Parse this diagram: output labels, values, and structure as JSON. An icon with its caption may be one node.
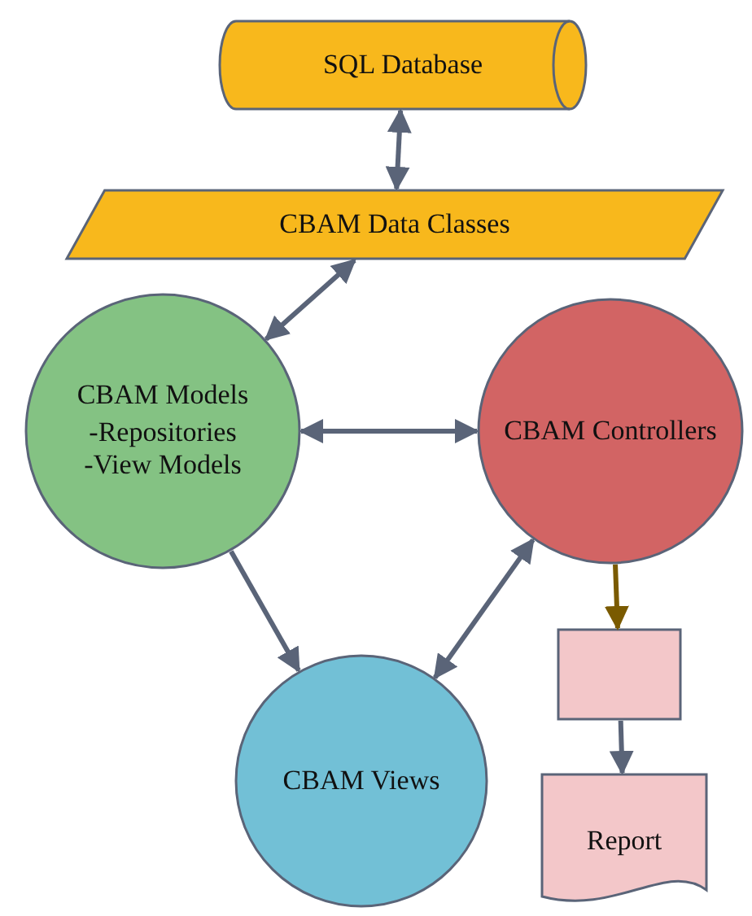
{
  "diagram": {
    "nodes": [
      {
        "text": [
          "SQL Database"
        ]
      },
      {
        "text": [
          "CBAM Data Classes"
        ]
      },
      {
        "text": [
          "CBAM Models",
          "-Repositories",
          "-View Models"
        ]
      },
      {
        "text": [
          "CBAM Controllers"
        ]
      },
      {
        "text": [
          "CBAM Views"
        ]
      },
      {
        "text": [],
        "shape": "box"
      },
      {
        "text": [
          "Report"
        ]
      }
    ],
    "edges": [
      {
        "from": 0,
        "to": 1,
        "arrow": "both"
      },
      {
        "from": 1,
        "to": 2,
        "arrow": "both"
      },
      {
        "from": 2,
        "to": 3,
        "arrow": "both"
      },
      {
        "from": 2,
        "to": 4,
        "arrow": "to"
      },
      {
        "from": 3,
        "to": 4,
        "arrow": "both"
      },
      {
        "from": 3,
        "to": 5,
        "arrow": "to",
        "color": "#7a5a00"
      },
      {
        "from": 5,
        "to": 6,
        "arrow": "to"
      }
    ]
  }
}
